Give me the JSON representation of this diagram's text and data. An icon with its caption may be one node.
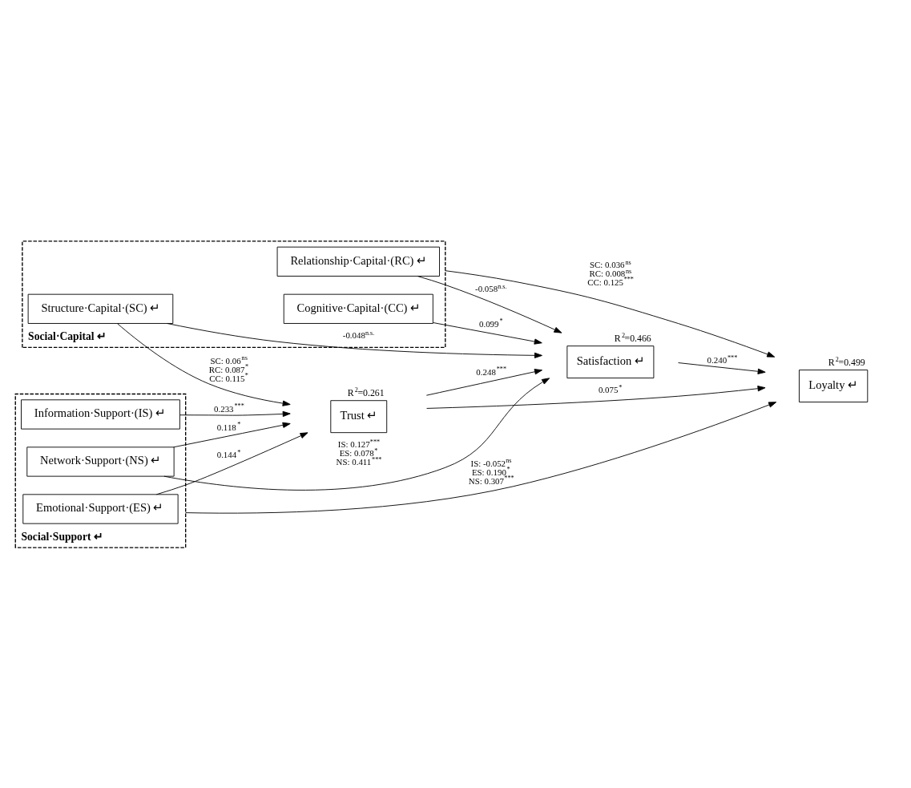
{
  "diagram": {
    "nodes": [
      {
        "text": [
          "Social·Support ↵"
        ]
      },
      {
        "text": [
          "Information·Support·(IS) ↵"
        ],
        "in": 0
      },
      {
        "text": [
          "Emotional·Support·(ES) ↵"
        ],
        "in": 0
      },
      {
        "text": [
          "Network·Support·(NS) ↵"
        ],
        "in": 0
      },
      {
        "text": [
          "Trust ↵"
        ],
        "beside": [
          "R$^{2}$=0.261"
        ]
      },
      {
        "text": [
          "Loyalty ↵"
        ],
        "beside": [
          "R$^{2}$=0.499"
        ]
      },
      {
        "text": [
          "Social·Capital ↵"
        ]
      },
      {
        "text": [
          "Structure·Capital·(SC) ↵"
        ],
        "in": 6
      },
      {
        "text": [
          "Relationship·Capital·(RC) ↵"
        ],
        "in": 6
      },
      {
        "text": [
          "Cognitive·Capital·(CC) ↵"
        ],
        "in": 6
      },
      {
        "text": [
          "Satisfaction ↵"
        ],
        "beside": [
          "R$^{2}$=0.466"
        ]
      }
    ],
    "edges": [
      {
        "from": 0,
        "to": 5,
        "arrow": "to",
        "label": "IS: -0.052$^{ns}$ ES: 0.190$^{*}$ NS: 0.307$^{***}$"
      },
      {
        "from": 1,
        "to": 4,
        "arrow": "to",
        "label": "0.233$^{***}$"
      },
      {
        "from": 2,
        "to": 4,
        "arrow": "to",
        "label": "0.144$^{*}$"
      },
      {
        "from": 3,
        "to": 4,
        "arrow": "to",
        "label": "0.118$^{*}$"
      },
      {
        "from": 4,
        "to": 5,
        "arrow": "to",
        "label": "0.075$^{*}$"
      },
      {
        "from": 7,
        "to": 4,
        "arrow": "to",
        "label": "SC: 0.06$^{ns}$ RC: 0.087$^{*}$ CC: 0.115$^{*}$"
      },
      {
        "from": 3,
        "to": 10,
        "arrow": "to",
        "label": "IS: 0.127$^{***}$ ES: 0.078$^{*}$ NS: 0.411$^{***}$"
      },
      {
        "from": 4,
        "to": 10,
        "arrow": "to",
        "label": "0.248$^{***}$"
      },
      {
        "from": 10,
        "to": 5,
        "arrow": "to",
        "label": "0.240$^{***}$"
      },
      {
        "from": 7,
        "to": 10,
        "arrow": "to",
        "label": "-0.048$^{n.s.}$"
      },
      {
        "from": 8,
        "to": 10,
        "arrow": "to",
        "label": "-0.058$^{n.s.}$"
      },
      {
        "from": 9,
        "to": 10,
        "arrow": "to",
        "label": "0.099$^{*}$"
      },
      {
        "from": 6,
        "to": 5,
        "arrow": "to",
        "label": "SC: 0.036$^{ns}$ RC: 0.008$^{ns}$ CC: 0.125$^{***}$"
      }
    ]
  }
}
